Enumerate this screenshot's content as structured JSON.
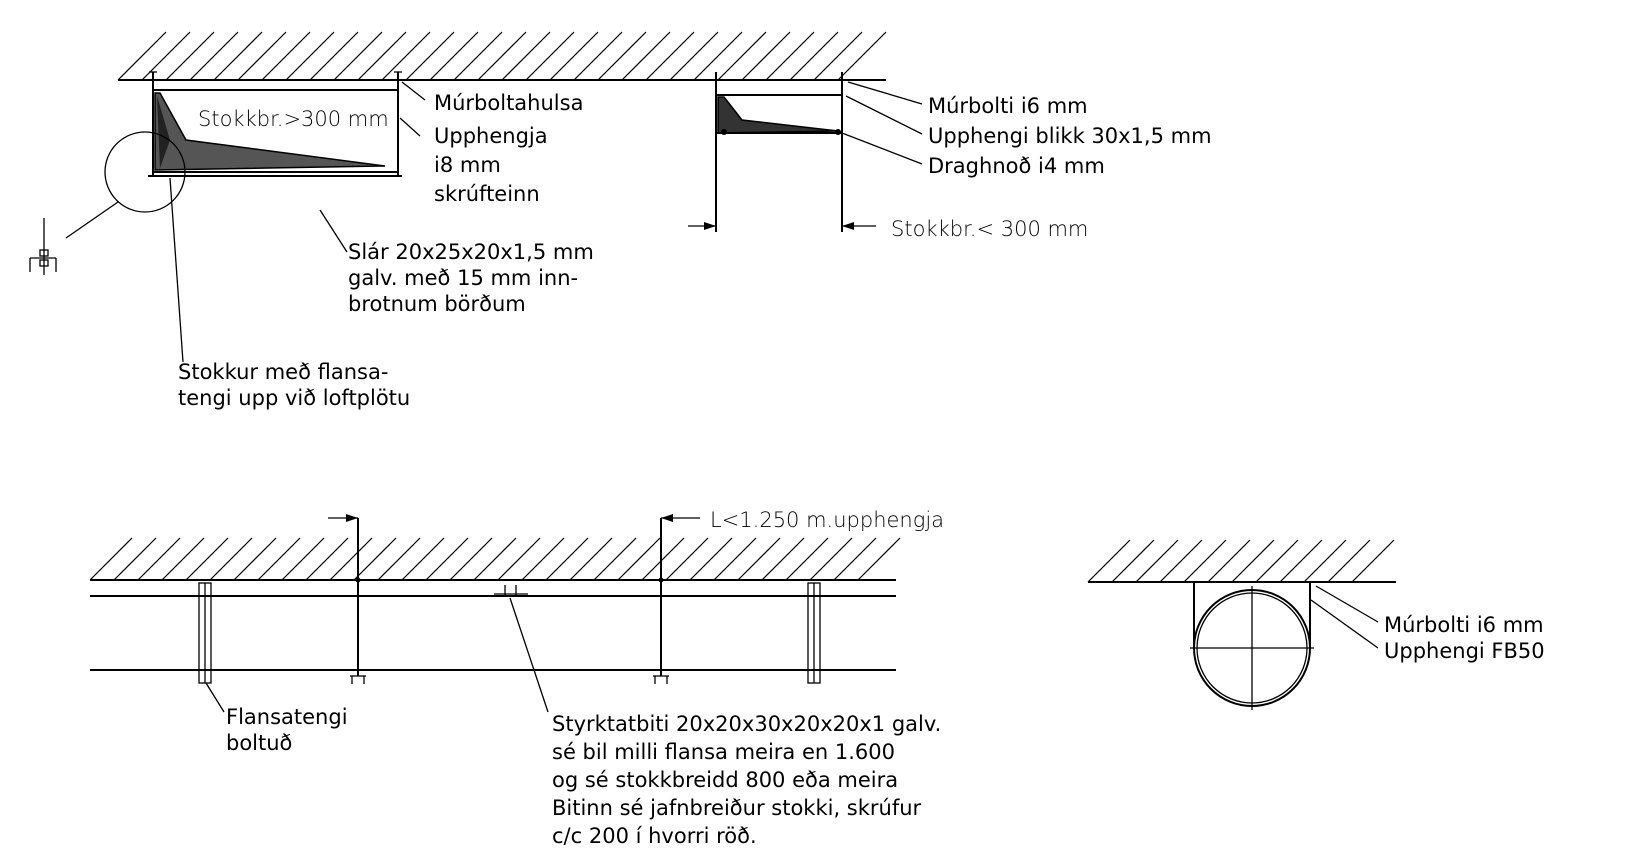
{
  "top_left": {
    "box_label": "Stokkbr.>300 mm",
    "bolt_sleeve": "Múrboltahulsa",
    "hanger": [
      "Upphengja",
      "i8 mm",
      "skrúfteinn"
    ],
    "bar": [
      "Slár 20x25x20x1,5 mm",
      "galv. með 15 mm inn-",
      "brotnum börðum"
    ],
    "duct": [
      "Stokkur með flansa-",
      "tengi upp við loftplötu"
    ]
  },
  "top_right": {
    "bolt": "Múrbolti i6 mm",
    "hanger": "Upphengi blikk 30x1,5 mm",
    "rivet": "Draghnoð i4 mm",
    "width": "Stokkbr.< 300 mm"
  },
  "bottom_left": {
    "spacing": "L<1.250 m.upphengja",
    "flange": [
      "Flansatengi",
      "boltuð"
    ],
    "stiffener": [
      "Styrktatbiti 20x20x30x20x20x1 galv.",
      "sé bil milli flansa meira en 1.600",
      "og sé stokkbreidd 800 eða meira",
      "Bitinn sé jafnbreiður stokki, skrúfur",
      "c/c 200 í hvorri röð."
    ]
  },
  "bottom_right": {
    "bolt": "Múrbolti i6 mm",
    "hanger": "Upphengi FB50"
  }
}
